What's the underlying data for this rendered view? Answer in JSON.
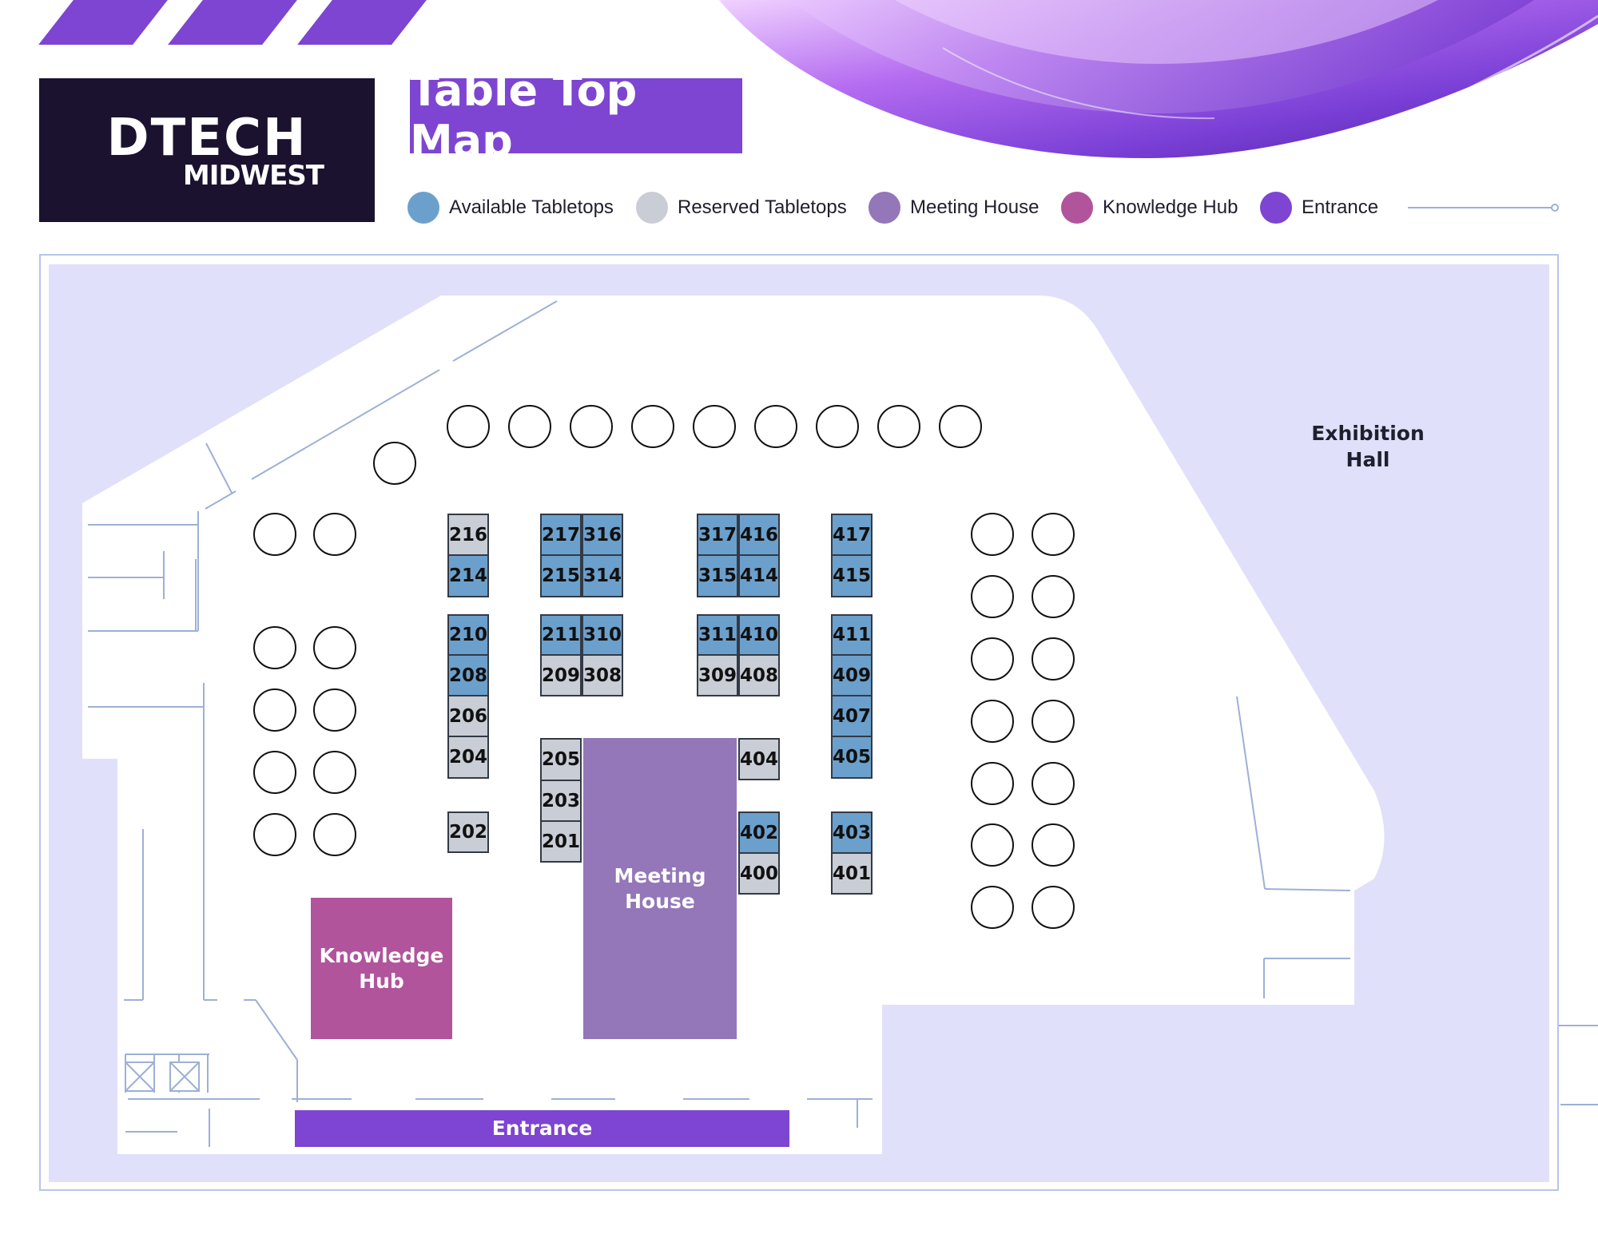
{
  "brand": {
    "name": "DTECH",
    "sub": "MIDWEST"
  },
  "title": "Table Top Map",
  "colors": {
    "available": "#6ca0cc",
    "reserved": "#c9cdd6",
    "meeting_house": "#9377b8",
    "knowledge_hub": "#b1549c",
    "entrance": "#7d45d1",
    "outer_area": "#e0e0fa",
    "floor": "#ffffff"
  },
  "legend": [
    {
      "label": "Available Tabletops",
      "color": "#6ca0cc"
    },
    {
      "label": "Reserved Tabletops",
      "color": "#c9cdd6"
    },
    {
      "label": "Meeting House",
      "color": "#9377b8"
    },
    {
      "label": "Knowledge Hub",
      "color": "#b1549c"
    },
    {
      "label": "Entrance",
      "color": "#7d45d1"
    }
  ],
  "areas": {
    "exhibition_hall": "Exhibition\nHall",
    "meeting_house": "Meeting\nHouse",
    "knowledge_hub": "Knowledge\nHub",
    "entrance": "Entrance"
  },
  "booths": [
    {
      "id": "216",
      "status": "reserved"
    },
    {
      "id": "214",
      "status": "available"
    },
    {
      "id": "210",
      "status": "available"
    },
    {
      "id": "208",
      "status": "available"
    },
    {
      "id": "206",
      "status": "reserved"
    },
    {
      "id": "204",
      "status": "reserved"
    },
    {
      "id": "202",
      "status": "reserved"
    },
    {
      "id": "217",
      "status": "available"
    },
    {
      "id": "316",
      "status": "available"
    },
    {
      "id": "215",
      "status": "available"
    },
    {
      "id": "314",
      "status": "available"
    },
    {
      "id": "211",
      "status": "available"
    },
    {
      "id": "310",
      "status": "available"
    },
    {
      "id": "209",
      "status": "reserved"
    },
    {
      "id": "308",
      "status": "reserved"
    },
    {
      "id": "205",
      "status": "reserved"
    },
    {
      "id": "203",
      "status": "reserved"
    },
    {
      "id": "201",
      "status": "reserved"
    },
    {
      "id": "317",
      "status": "available"
    },
    {
      "id": "416",
      "status": "available"
    },
    {
      "id": "315",
      "status": "available"
    },
    {
      "id": "414",
      "status": "available"
    },
    {
      "id": "311",
      "status": "available"
    },
    {
      "id": "410",
      "status": "available"
    },
    {
      "id": "309",
      "status": "reserved"
    },
    {
      "id": "408",
      "status": "reserved"
    },
    {
      "id": "404",
      "status": "reserved"
    },
    {
      "id": "402",
      "status": "available"
    },
    {
      "id": "400",
      "status": "reserved"
    },
    {
      "id": "417",
      "status": "available"
    },
    {
      "id": "415",
      "status": "available"
    },
    {
      "id": "411",
      "status": "available"
    },
    {
      "id": "409",
      "status": "available"
    },
    {
      "id": "407",
      "status": "available"
    },
    {
      "id": "405",
      "status": "available"
    },
    {
      "id": "403",
      "status": "available"
    },
    {
      "id": "401",
      "status": "reserved"
    }
  ]
}
